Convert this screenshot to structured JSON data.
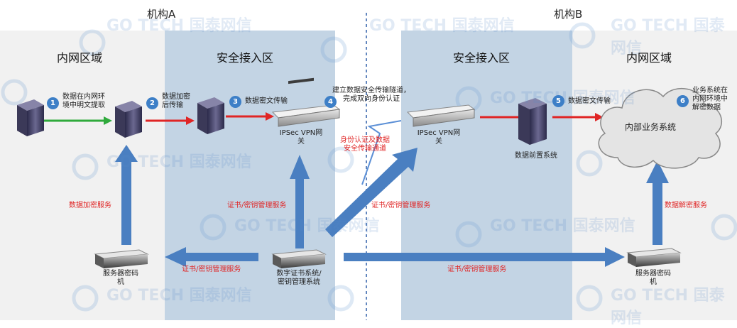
{
  "org_a": "机构A",
  "org_b": "机构B",
  "zones": {
    "inner_a": "内网区域",
    "secure_a": "安全接入区",
    "secure_b": "安全接入区",
    "inner_b": "内网区域"
  },
  "steps": [
    {
      "n": "1",
      "text": "数据在内网环境中明文提取"
    },
    {
      "n": "2",
      "text": "数据加密后传输"
    },
    {
      "n": "3",
      "text": "数据密文传输"
    },
    {
      "n": "4",
      "text": "建立数据安全传输隧道，完成双向身份认证"
    },
    {
      "n": "5",
      "text": "数据密文传输"
    },
    {
      "n": "6",
      "text": "业务系统在内网环境中解密数据"
    }
  ],
  "step_lines": {
    "s1_l1": "数据在内网环",
    "s1_l2": "境中明文提取",
    "s2_l1": "数据加密",
    "s2_l2": "后传输",
    "s4_l1": "建立数据安全传输隧道，",
    "s4_l2": "完成双向身份认证",
    "s6_l1": "业务系统在",
    "s6_l2": "内网环境中",
    "s6_l3": "解密数据"
  },
  "devices": {
    "vpn_a_l1": "IPSec VPN网",
    "vpn_a_l2": "关",
    "vpn_b_l1": "IPSec VPN网",
    "vpn_b_l2": "关",
    "front_server": "数据前置系统",
    "cloud": "内部业务系统",
    "hsm_a_l1": "服务器密码",
    "hsm_a_l2": "机",
    "hsm_b_l1": "服务器密码",
    "hsm_b_l2": "机",
    "ca_l1": "数字证书系统/",
    "ca_l2": "密钥管理系统"
  },
  "tunnel_l1": "身份认证及数据",
  "tunnel_l2": "安全传输通道",
  "services": {
    "encrypt": "数据加密服务",
    "decrypt": "数据解密服务",
    "cert_a_up": "证书/密钥管理服务",
    "cert_b_up": "证书/密钥管理服务",
    "cert_left": "证书/密钥管理服务",
    "cert_right": "证书/密钥管理服务"
  },
  "watermark": "GO TECH 国泰网信",
  "colors": {
    "inner": "#f1f1f1",
    "secure": "#c3d4e4",
    "arrow_blue": "#4a7fc1",
    "arrow_red": "#e02525",
    "arrow_green": "#2faa3c",
    "badge": "#3d7fc7"
  }
}
